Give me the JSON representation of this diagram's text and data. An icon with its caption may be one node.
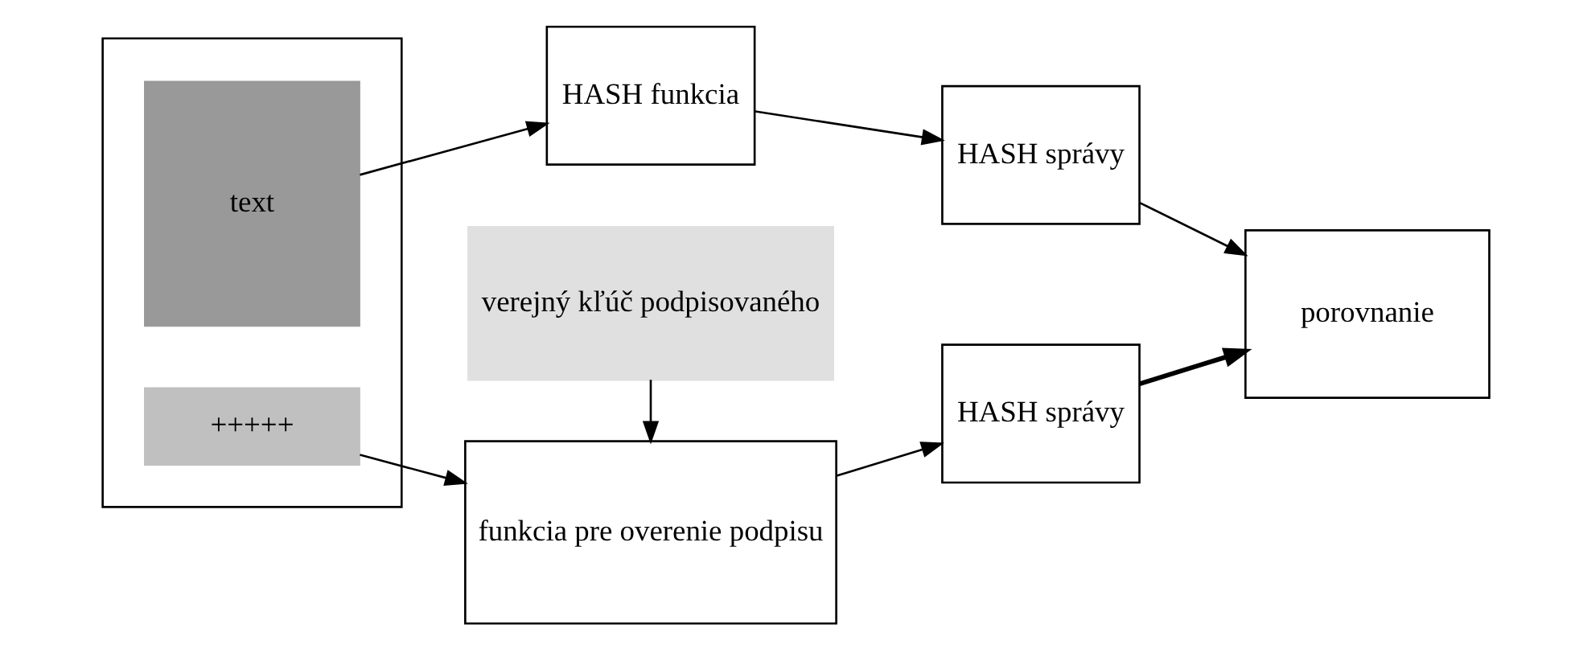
{
  "diagram": {
    "nodes": [
      {
        "text": [],
        "shape": "box"
      },
      {
        "text": [
          "text"
        ],
        "in": 0
      },
      {
        "text": [
          "+++++"
        ],
        "in": 0
      },
      {
        "text": [
          "HASH funkcia"
        ]
      },
      {
        "text": [
          "HASH správy"
        ]
      },
      {
        "text": [
          "porovnanie"
        ]
      },
      {
        "text": [
          "funkcia pre overenie podpisu"
        ]
      },
      {
        "text": [
          "HASH správy"
        ]
      },
      {
        "text": [
          "verejný kľúč podpisovaného"
        ]
      }
    ],
    "edges": [
      {
        "from": 1,
        "to": 3,
        "arrow": "to"
      },
      {
        "from": 3,
        "to": 4,
        "arrow": "to"
      },
      {
        "from": 4,
        "to": 5,
        "arrow": "to"
      },
      {
        "from": 2,
        "to": 6,
        "arrow": "to"
      },
      {
        "from": 6,
        "to": 7,
        "arrow": "to"
      },
      {
        "from": 7,
        "to": 5,
        "arrow": "to",
        "style": "thick"
      },
      {
        "from": 8,
        "to": 6,
        "arrow": "to"
      }
    ]
  }
}
